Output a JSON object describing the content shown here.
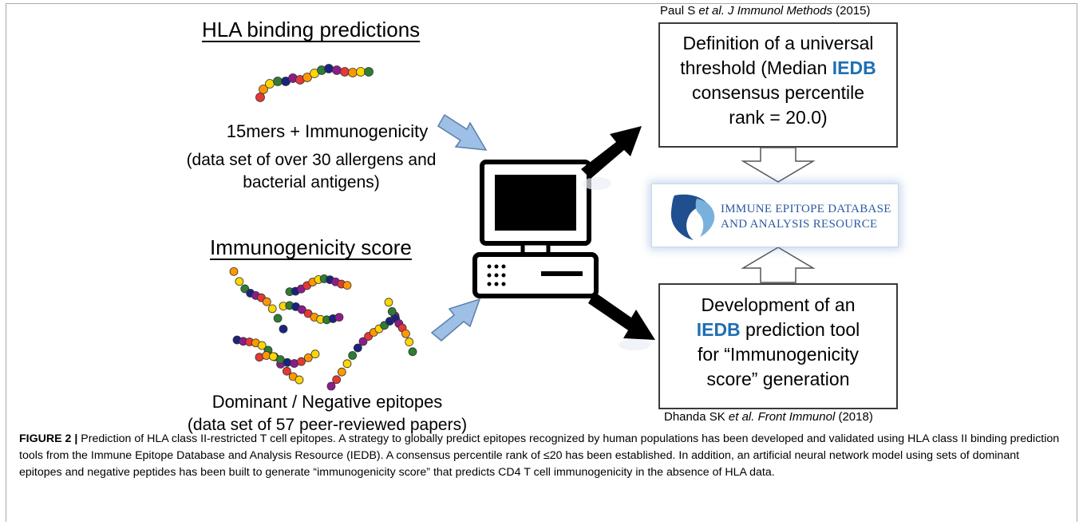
{
  "hla": {
    "title": "HLA binding predictions",
    "line1": "15mers + Immunogenicity",
    "line2": "(data set of over 30 allergens and",
    "line3": "bacterial antigens)"
  },
  "imm": {
    "title": "Immunogenicity score",
    "line1": "Dominant / Negative epitopes",
    "line2": "(data set of 57 peer-reviewed papers)"
  },
  "ref_top": {
    "authors": "Paul S ",
    "etal": "et al. J Immunol Methods",
    "year": " (2015)"
  },
  "ref_bottom": {
    "authors": "Dhanda SK ",
    "etal": "et al. Front Immunol",
    "year": " (2018)"
  },
  "box_top": {
    "line1": "Definition of a universal",
    "line2a": "threshold (Median ",
    "iedb": "IEDB",
    "line3": "consensus percentile",
    "line4": "rank = 20.0)"
  },
  "box_bottom": {
    "line1": "Development of an",
    "iedb": "IEDB",
    "line2b": " prediction tool",
    "line3": "for “Immunogenicity",
    "line4": "score” generation"
  },
  "logo": {
    "line1": "IMMUNE EPITOPE DATABASE",
    "line2": "AND ANALYSIS RESOURCE"
  },
  "caption": {
    "lead": "FIGURE 2 | ",
    "text": "Prediction of HLA class II-restricted T cell epitopes. A strategy to globally predict epitopes recognized by human populations has been developed and validated using HLA class II binding prediction tools from the Immune Epitope Database and Analysis Resource (IEDB). A consensus percentile rank of ≤20 has been established. In addition, an artificial neural network model using sets of dominant epitopes and negative peptides has been built to generate “immunogenicity score” that predicts CD4 T cell immunogenicity in the absence of HLA data."
  },
  "colors": {
    "bead_palette": [
      "#e53935",
      "#ff9800",
      "#ffd600",
      "#2e7d32",
      "#1a237e",
      "#8e1b8e"
    ],
    "arrow_blue": "#9ec0e6",
    "iedb_blue": "#1f6fb2"
  },
  "icons": [
    "peptide-chain-icon",
    "computer-icon",
    "iedb-logo-icon"
  ]
}
